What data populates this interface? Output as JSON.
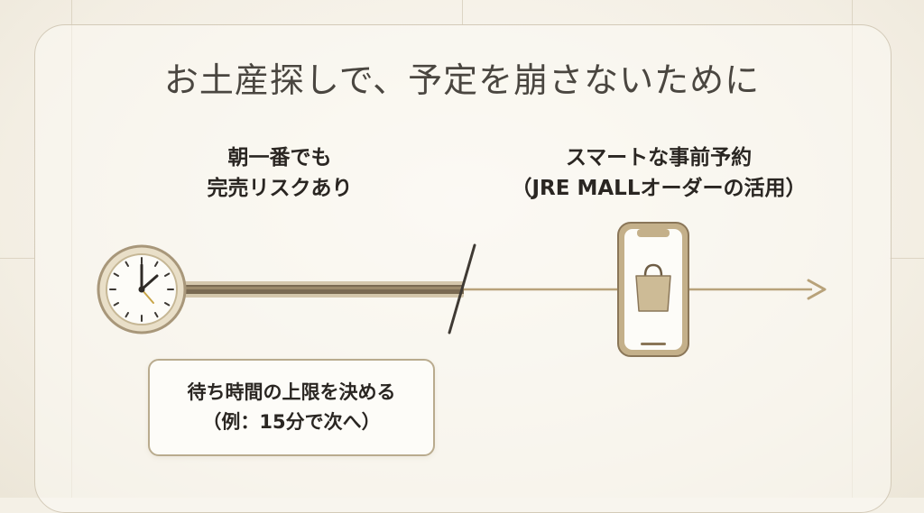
{
  "title": "お土産探しで、予定を崩さないために",
  "left_label": {
    "line1": "朝一番でも",
    "line2": "完売リスクあり"
  },
  "right_label": {
    "line1": "スマートな事前予約",
    "line2": "（JRE MALLオーダーの活用）"
  },
  "note": {
    "line1": "待ち時間の上限を決める",
    "line2": "（例：15分で次へ）"
  },
  "icons": {
    "clock": "clock-icon",
    "phone": "smartphone-icon",
    "bag": "shopping-bag-icon",
    "arrow": "arrow-right-icon"
  },
  "colors": {
    "gold": "#b8a27a",
    "dark_bar": "#7a6a52",
    "text": "#2a2622",
    "title": "#4a4640"
  }
}
